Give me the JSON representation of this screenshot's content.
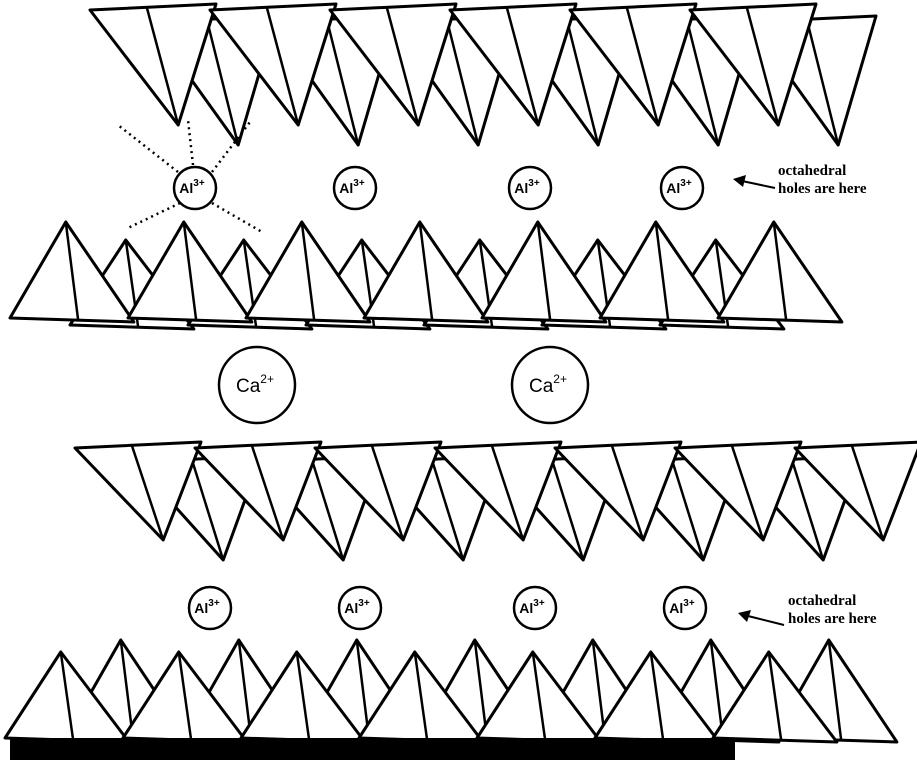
{
  "ions": {
    "al": {
      "symbol": "Al",
      "charge": "3+"
    },
    "ca": {
      "symbol": "Ca",
      "charge": "2+"
    }
  },
  "annotations": [
    {
      "line1": "octahedral",
      "line2": "holes are here"
    },
    {
      "line1": "octahedral",
      "line2": "holes are here"
    }
  ],
  "colors": {
    "stroke": "#000000",
    "fill": "#ffffff"
  }
}
